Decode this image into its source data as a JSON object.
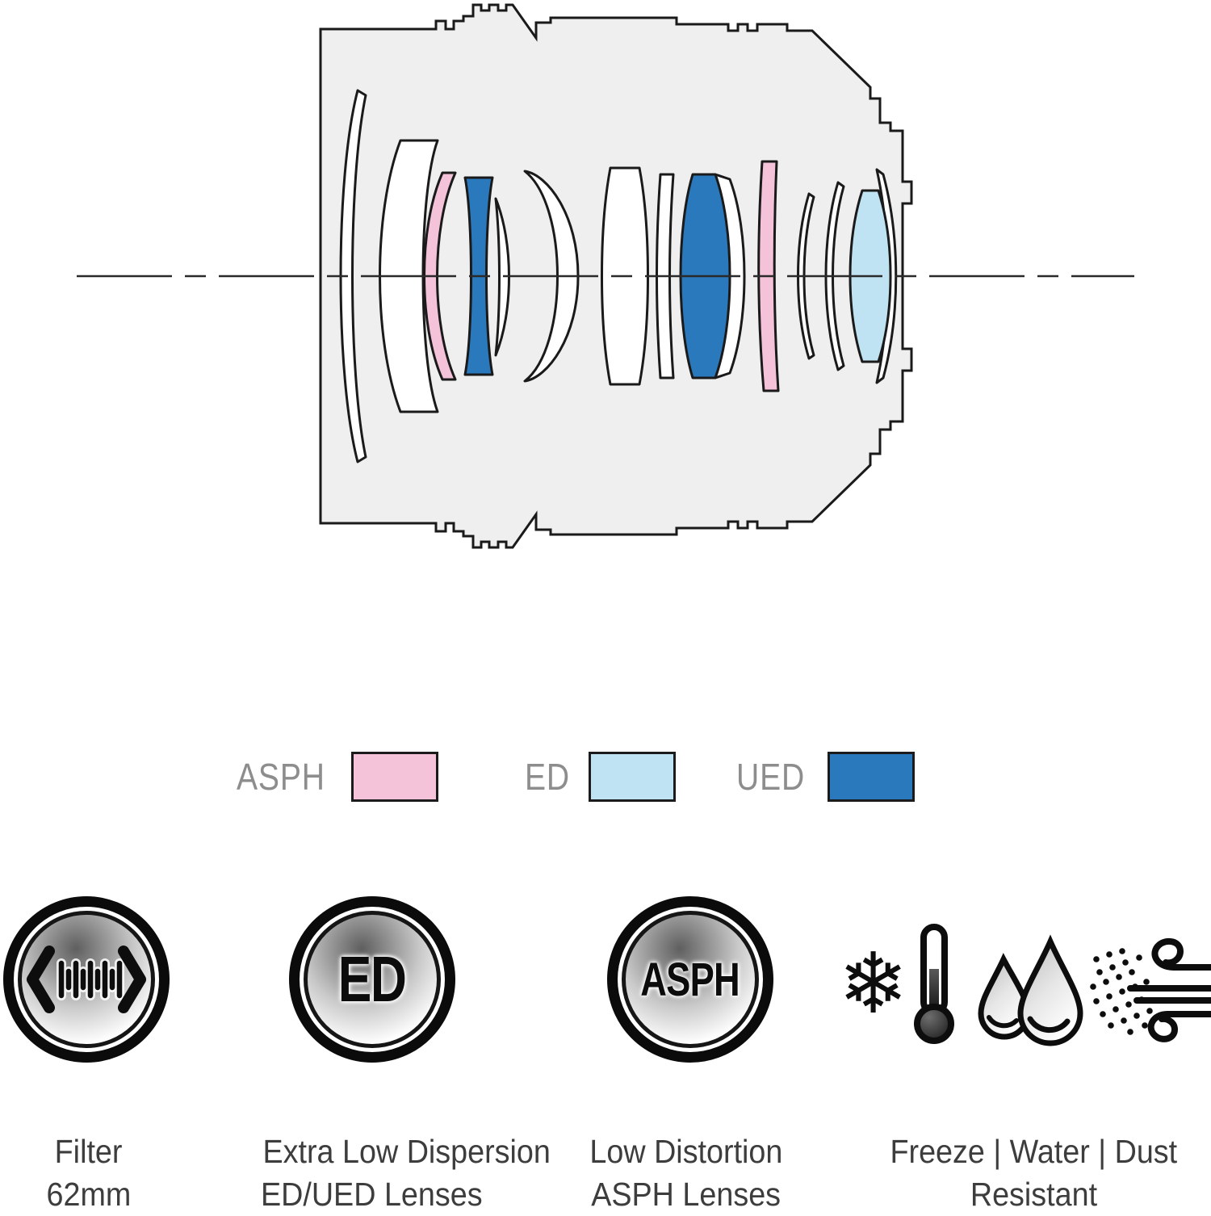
{
  "colors": {
    "standard": "#ffffff",
    "ASPH": "#f5c3d9",
    "ED": "#c0e3f4",
    "UED": "#2b79bd",
    "body": "#efefef",
    "outline": "#1a1a1a",
    "axis": "#2a2a2a",
    "legend_label": "#8d8d8d",
    "caption_text": "#3d3d3d"
  },
  "lens_diagram": {
    "description": "Lens construction cross-section with optical axis",
    "element_types_in_order": [
      "standard",
      "standard",
      "ASPH",
      "UED",
      "standard",
      "standard",
      "standard",
      "standard",
      "UED",
      "standard",
      "ASPH",
      "standard",
      "standard",
      "ED",
      "standard"
    ]
  },
  "legend": {
    "items": [
      {
        "label": "ASPH",
        "color": "#f5c3d9"
      },
      {
        "label": "ED",
        "color": "#c0e3f4"
      },
      {
        "label": "UED",
        "color": "#2b79bd"
      }
    ]
  },
  "features": [
    {
      "name": "filter-size",
      "badge": "",
      "caption": [
        "Filter",
        "62mm"
      ]
    },
    {
      "name": "ed-lenses",
      "badge": "ED",
      "caption": [
        "Extra Low Dispersion",
        "ED/UED Lenses"
      ]
    },
    {
      "name": "asph-lenses",
      "badge": "ASPH",
      "caption": [
        "Low Distortion",
        "ASPH Lenses"
      ]
    },
    {
      "name": "weather-resistant",
      "badge": "",
      "caption": [
        "Freeze | Water | Dust",
        "Resistant"
      ]
    }
  ]
}
